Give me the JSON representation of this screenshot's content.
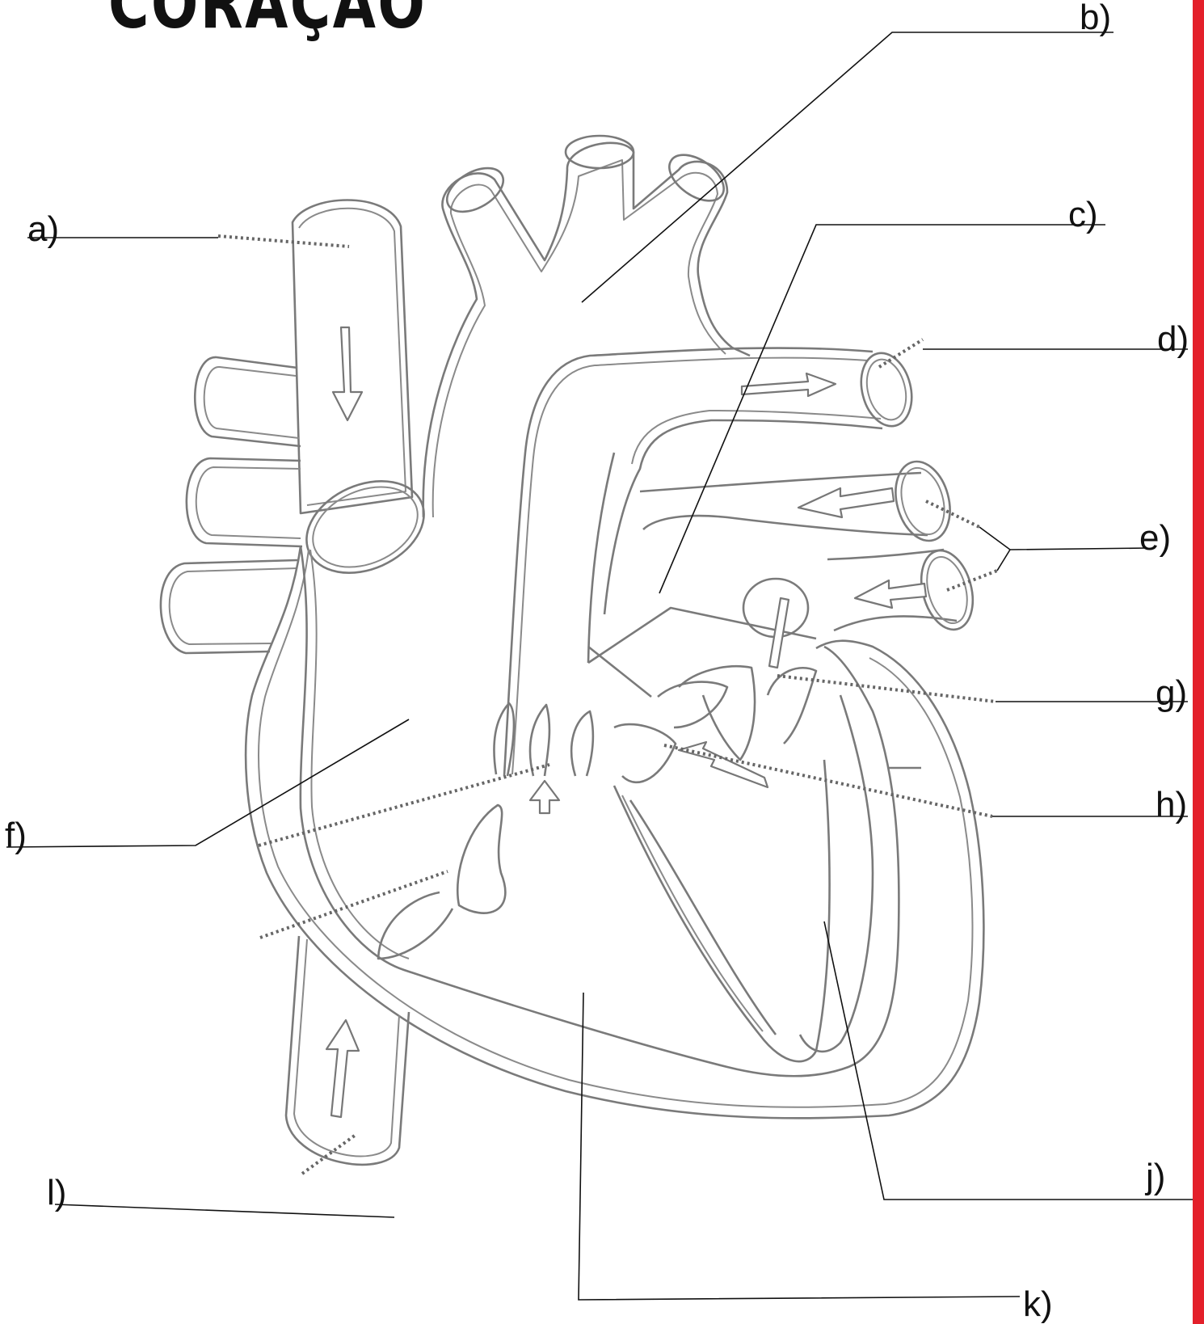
{
  "title": "CORAÇÃO",
  "labels": {
    "a": "a)",
    "b": "b)",
    "c": "c)",
    "d": "d)",
    "e": "e)",
    "f": "f)",
    "g": "g)",
    "h": "h)",
    "j": "j)",
    "k": "k)",
    "l": "l)"
  },
  "colors": {
    "accent_bar": "#e3202a",
    "outline": "#7a7a7a",
    "leader": "#111111"
  }
}
